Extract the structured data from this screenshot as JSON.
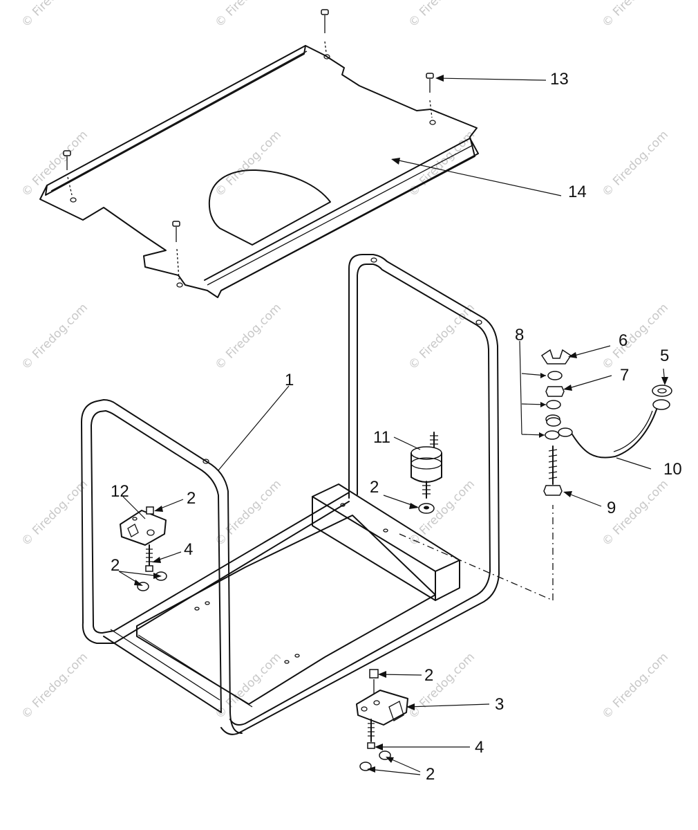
{
  "diagram": {
    "watermark": "© Firedog.com",
    "callouts": [
      {
        "id": "c13",
        "text": "13"
      },
      {
        "id": "c14",
        "text": "14"
      },
      {
        "id": "c1",
        "text": "1"
      },
      {
        "id": "c8",
        "text": "8"
      },
      {
        "id": "c6",
        "text": "6"
      },
      {
        "id": "c5",
        "text": "5"
      },
      {
        "id": "c7",
        "text": "7"
      },
      {
        "id": "c11",
        "text": "11"
      },
      {
        "id": "c10",
        "text": "10"
      },
      {
        "id": "c12",
        "text": "12"
      },
      {
        "id": "c2a",
        "text": "2"
      },
      {
        "id": "c2b",
        "text": "2"
      },
      {
        "id": "c9",
        "text": "9"
      },
      {
        "id": "c4a",
        "text": "4"
      },
      {
        "id": "c2c",
        "text": "2"
      },
      {
        "id": "c2d",
        "text": "2"
      },
      {
        "id": "c3",
        "text": "3"
      },
      {
        "id": "c4b",
        "text": "4"
      },
      {
        "id": "c2e",
        "text": "2"
      }
    ]
  }
}
